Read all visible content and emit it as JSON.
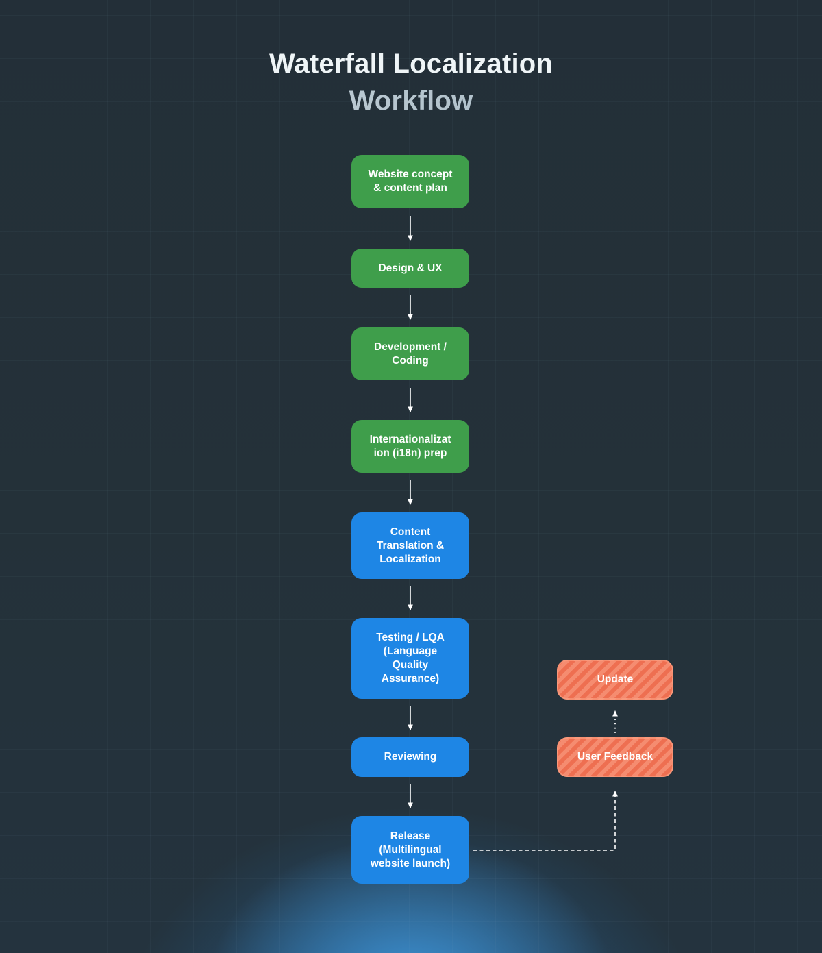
{
  "title": {
    "line1": "Waterfall Localization",
    "line2": "Workflow"
  },
  "flow": {
    "nodes": [
      {
        "id": "website-concept",
        "label": "Website concept\n& content plan",
        "color": "green"
      },
      {
        "id": "design-ux",
        "label": "Design & UX",
        "color": "green"
      },
      {
        "id": "development-coding",
        "label": "Development /\nCoding",
        "color": "green"
      },
      {
        "id": "i18n-prep",
        "label": "Internationalizat\nion (i18n) prep",
        "color": "green"
      },
      {
        "id": "content-translation",
        "label": "Content\nTranslation &\nLocalization",
        "color": "blue"
      },
      {
        "id": "testing-lqa",
        "label": "Testing / LQA\n(Language\nQuality\nAssurance)",
        "color": "blue"
      },
      {
        "id": "reviewing",
        "label": "Reviewing",
        "color": "blue"
      },
      {
        "id": "release",
        "label": "Release\n(Multilingual\nwebsite launch)",
        "color": "blue"
      }
    ],
    "feedback_nodes": [
      {
        "id": "update",
        "label": "Update",
        "color": "orange"
      },
      {
        "id": "user-feedback",
        "label": "User Feedback",
        "color": "orange"
      }
    ]
  },
  "colors": {
    "background": "#243139",
    "glow_blue": "#3e94d6",
    "node_green": "#3f9e4b",
    "node_blue": "#1e86e5",
    "node_orange": "#ee6f51",
    "node_orange_stripe": "#f58c70",
    "arrow": "#ffffff",
    "title_primary": "#eff5f7",
    "title_secondary": "#a9bac4"
  }
}
